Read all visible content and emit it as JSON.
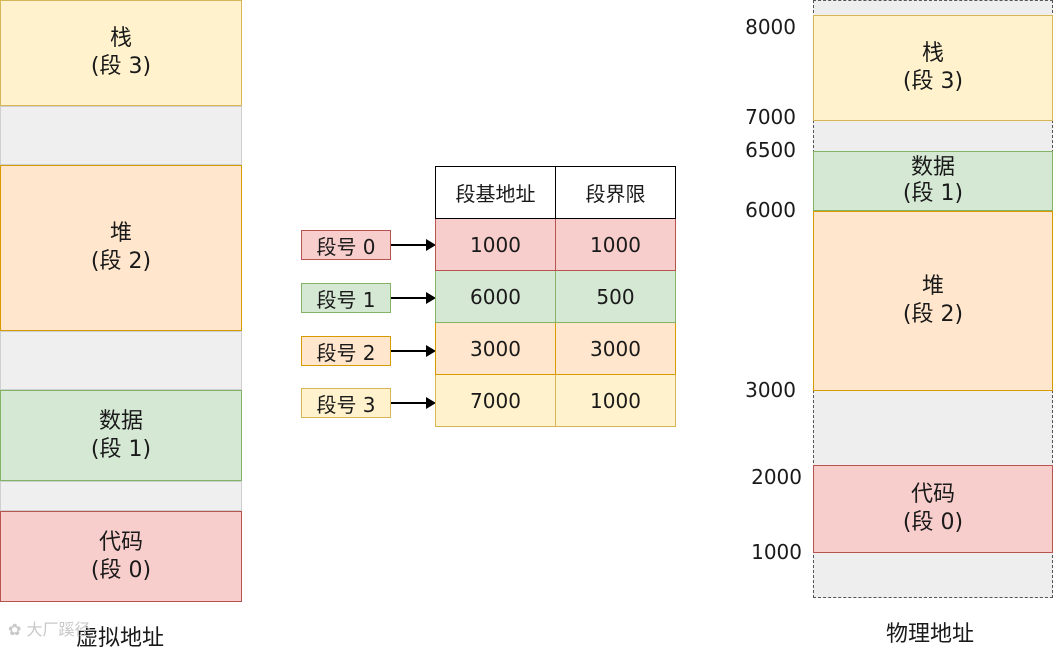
{
  "virtual": {
    "caption": "虚拟地址",
    "blocks": [
      {
        "name": "栈",
        "seg": "(段 3)"
      },
      {
        "name": "堆",
        "seg": "(段 2)"
      },
      {
        "name": "数据",
        "seg": "(段 1)"
      },
      {
        "name": "代码",
        "seg": "(段 0)"
      }
    ]
  },
  "table": {
    "headers": [
      "段基地址",
      "段界限"
    ],
    "rows": [
      {
        "selector": "段号 0",
        "base": "1000",
        "limit": "1000"
      },
      {
        "selector": "段号 1",
        "base": "6000",
        "limit": "500"
      },
      {
        "selector": "段号 2",
        "base": "3000",
        "limit": "3000"
      },
      {
        "selector": "段号 3",
        "base": "7000",
        "limit": "1000"
      }
    ]
  },
  "physical": {
    "caption": "物理地址",
    "blocks": [
      {
        "name": "栈",
        "seg": "(段 3)"
      },
      {
        "name": "数据",
        "seg": "(段 1)"
      },
      {
        "name": "堆",
        "seg": "(段 2)"
      },
      {
        "name": "代码",
        "seg": "(段 0)"
      }
    ],
    "addresses": [
      "8000",
      "7000",
      "6500",
      "6000",
      "3000",
      "2000",
      "1000"
    ]
  },
  "watermark": "大厂蹊径"
}
